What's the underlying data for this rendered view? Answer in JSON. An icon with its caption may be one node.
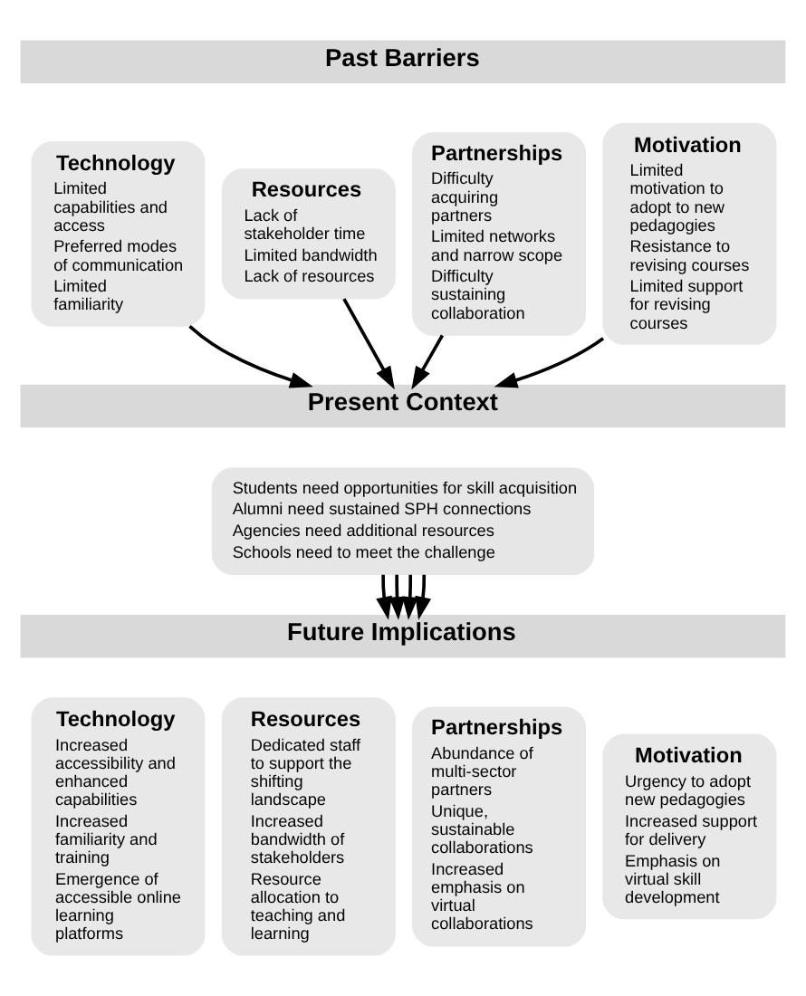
{
  "diagram": {
    "nodes": [
      {
        "text": [
          "Past Barriers"
        ]
      },
      {
        "text": [
          "Technology",
          "Limited capabilities and access",
          "Preferred modes of communication",
          "Limited familiarity"
        ]
      },
      {
        "text": [
          "Resources",
          "Lack of stakeholder time",
          "Limited bandwidth",
          "Lack of resources"
        ]
      },
      {
        "text": [
          "Partnerships",
          "Difficulty acquiring partners",
          "Limited networks and narrow scope",
          "Difficulty sustaining collaboration"
        ]
      },
      {
        "text": [
          "Motivation",
          "Limited motivation to adopt to new pedagogies",
          "Resistance to revising courses",
          "Limited support for revising courses"
        ]
      },
      {
        "text": [
          "Present Context"
        ]
      },
      {
        "text": [
          "Students need opportunities for skill acquisition",
          "Alumni need sustained SPH connections",
          "Agencies need additional resources",
          "Schools need to meet the challenge"
        ]
      },
      {
        "text": [
          "Future Implications"
        ]
      },
      {
        "text": [
          "Technology",
          "Increased accessibility and enhanced capabilities",
          "Increased familiarity and training",
          "Emergence of accessible online learning platforms"
        ]
      },
      {
        "text": [
          "Resources",
          "Dedicated staff to support the shifting landscape",
          "Increased bandwidth of stakeholders",
          "Resource allocation to teaching and learning"
        ]
      },
      {
        "text": [
          "Partnerships",
          "Abundance of multi-sector partners",
          "Unique, sustainable collaborations",
          "Increased emphasis on virtual collaborations"
        ]
      },
      {
        "text": [
          "Motivation",
          "Urgency to adopt new pedagogies",
          "Increased support for delivery",
          "Emphasis on virtual skill development"
        ]
      }
    ],
    "edges": [
      {
        "from": 1,
        "to": 5,
        "arrow": "to"
      },
      {
        "from": 2,
        "to": 5,
        "arrow": "to"
      },
      {
        "from": 3,
        "to": 5,
        "arrow": "to"
      },
      {
        "from": 4,
        "to": 5,
        "arrow": "to"
      },
      {
        "from": 6,
        "to": 7,
        "arrow": "to"
      },
      {
        "from": 6,
        "to": 7,
        "arrow": "to"
      },
      {
        "from": 6,
        "to": 7,
        "arrow": "to"
      },
      {
        "from": 6,
        "to": 7,
        "arrow": "to"
      }
    ]
  }
}
